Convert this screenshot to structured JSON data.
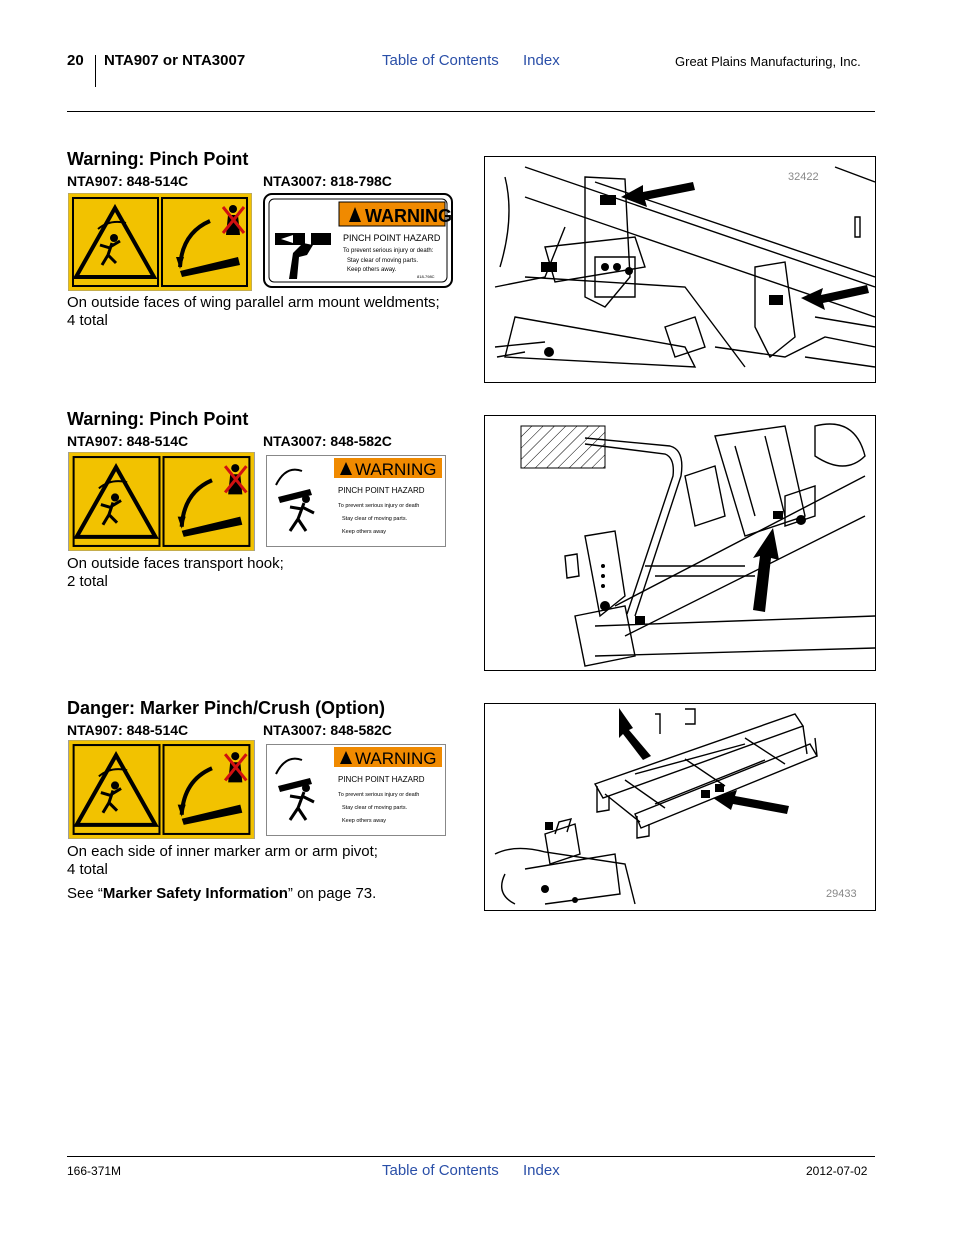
{
  "header": {
    "page_number": "20",
    "title": "NTA907 or NTA3007",
    "toc_link": "Table of Contents",
    "index_link": "Index",
    "company": "Great Plains Manufacturing, Inc."
  },
  "sections": [
    {
      "title": "Warning: Pinch Point",
      "left_label": "NTA907: 848-514C",
      "right_label": "NTA3007: 818-798C",
      "desc": [
        "On outside faces of wing parallel arm mount weldments;",
        "4 total"
      ],
      "figure_number": "32422",
      "decal_right": {
        "title": "WARNING",
        "hazard": "PINCH POINT HAZARD",
        "line1": "To prevent serious injury or death:",
        "bullet1": "Stay clear of moving parts.",
        "bullet2": "Keep others away.",
        "code": "818-798C"
      }
    },
    {
      "title": "Warning: Pinch Point",
      "left_label": "NTA907: 848-514C",
      "right_label": "NTA3007: 848-582C",
      "desc": [
        "On outside faces transport hook;",
        "2 total"
      ],
      "figure_number": "",
      "decal_right": {
        "title": "WARNING",
        "hazard": "PINCH POINT HAZARD",
        "line1": "To prevent serious injury or death",
        "bullet1": "Stay clear of moving parts.",
        "bullet2": "Keep others away"
      }
    },
    {
      "title": "Danger: Marker Pinch/Crush (Option)",
      "left_label": "NTA907: 848-514C",
      "right_label": "NTA3007: 848-582C",
      "desc": [
        "On each side of inner marker arm or arm pivot;",
        "4 total"
      ],
      "see_prefix": "See “",
      "see_bold": "Marker Safety Information",
      "see_suffix": "” on page 73.",
      "figure_number": "29433",
      "decal_right": {
        "title": "WARNING",
        "hazard": "PINCH POINT HAZARD",
        "line1": "To prevent serious injury or death",
        "bullet1": "Stay clear of moving parts.",
        "bullet2": "Keep others away"
      }
    }
  ],
  "footer": {
    "doc_number": "166-371M",
    "toc_link": "Table of Contents",
    "index_link": "Index",
    "date": "2012-07-02"
  },
  "colors": {
    "decal_yellow": "#f2c200",
    "warning_orange": "#f08a00",
    "link_blue": "#2a4fa8",
    "symbol_red": "#d01010"
  }
}
